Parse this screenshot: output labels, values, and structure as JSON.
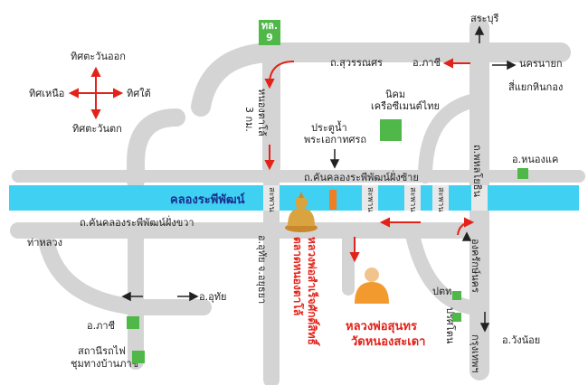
{
  "compass": {
    "east": "ทิศตะวันออก",
    "north": "ทิศเหนือ",
    "south": "ทิศใต้",
    "west": "ทิศตะวันตก"
  },
  "highway_badge": {
    "line1": "ทล.",
    "line2": "9"
  },
  "roads": {
    "suwannason": "ถ.สุวรรณศร",
    "nong_tao_lai": "หนองตาโล้",
    "km3": "3 กม.",
    "khan_khlong_left_bank": "ถ.คันคลองระพีพัฒน์ฝั่งซ้าย",
    "khan_khlong_right_bank": "ถ.คันคลองระพีพัฒน์ฝั่งขวา",
    "tha_lao": "ท่าหลวง",
    "uthai": "อ.อุทัย",
    "uthai_ayutthaya": "อ.อุทัย จ.อยุธยา",
    "phaholyothin": "ถ.พหลโยธิน",
    "ongkharak": "องครักษ์นคร",
    "wang_noi": "อ.วังน้อย",
    "krungthep": "กรุงเทพฯ"
  },
  "places": {
    "phachi_top": "อ.ภาชี",
    "nakhon_nayok": "นครนายก",
    "saraburi": "สระบุรี",
    "hin_kong": "สี่แยกหินกอง",
    "nikhom": "นิคม",
    "nikhom2": "เครือซีเมนต์ไทย",
    "gate_line1": "ประตูน้ำ",
    "gate_line2": "พระเอกาทศรถ",
    "nong_khae": "อ.หนองแค",
    "canal": "คลองระพีพัฒน์",
    "phachi_bottom": "อ.ภาชี",
    "station_line1": "สถานีรถไฟ",
    "station_line2": "ชุมทางบ้านภาชี",
    "ptt": "ปตท.",
    "ptt2": "ปริศโตน",
    "bridge": "สะพาน"
  },
  "temples": {
    "luang_pho_sak": "หลวงพ่อสำเร็จศักดิ์สิทธิ์",
    "talad_nong": "ตลาดหนองตาโล้",
    "luang_pho_sunthon": "หลวงพ่อสุนทร",
    "wat_nong_sakao": "วัดหนองสะเดา"
  },
  "colors": {
    "road": "#d4d4d4",
    "canal": "#3fd0f2",
    "arrow": "#e2231a",
    "marker": "#4fb848",
    "canal_text": "#1a2f8f"
  }
}
